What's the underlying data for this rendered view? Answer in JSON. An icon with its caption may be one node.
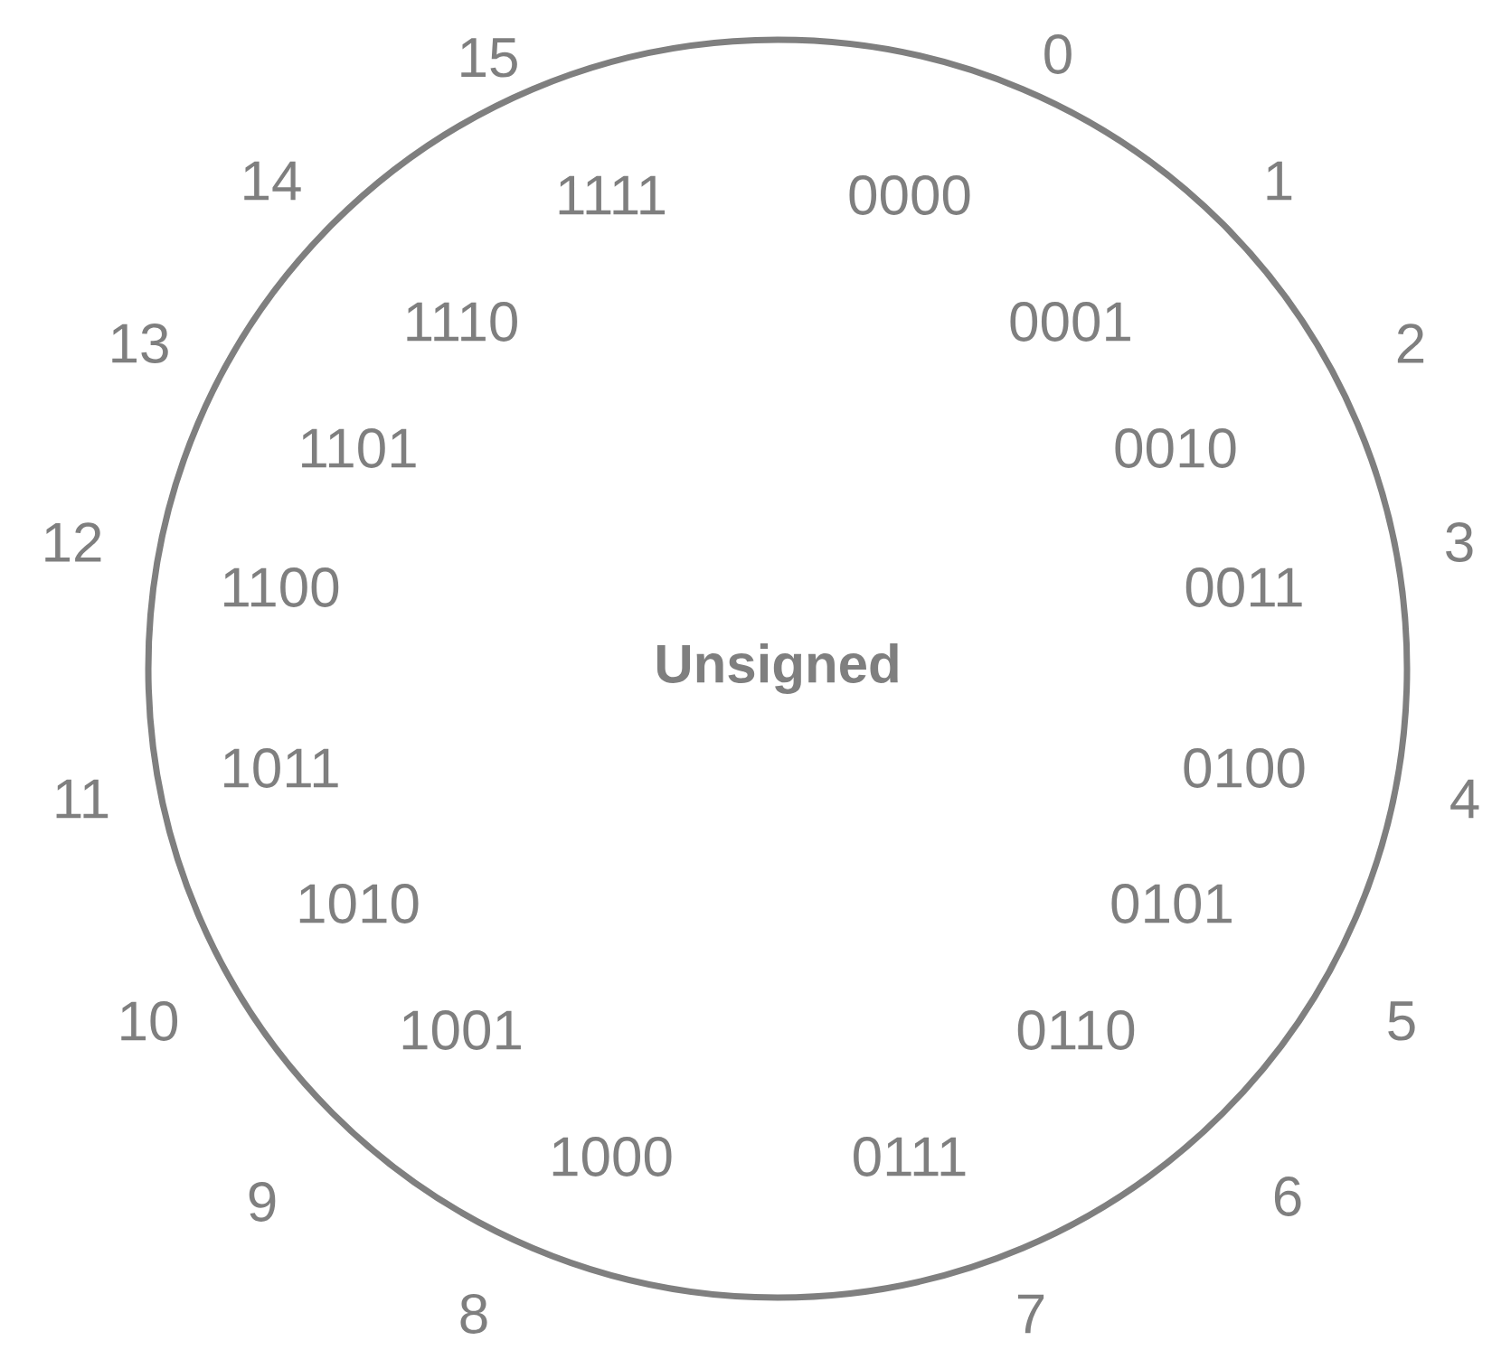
{
  "diagram": {
    "nodes": [
      {
        "text": [
          "Unsigned"
        ]
      }
    ],
    "labels": [
      "15",
      "0",
      "14",
      "1111",
      "0000",
      "1",
      "13",
      "1110",
      "0001",
      "2",
      "1101",
      "0010",
      "12",
      "1100",
      "0011",
      "3",
      "11",
      "1011",
      "0100",
      "4",
      "1010",
      "0101",
      "10",
      "1001",
      "0110",
      "5",
      "9",
      "1000",
      "0111",
      "6",
      "8",
      "7"
    ]
  }
}
